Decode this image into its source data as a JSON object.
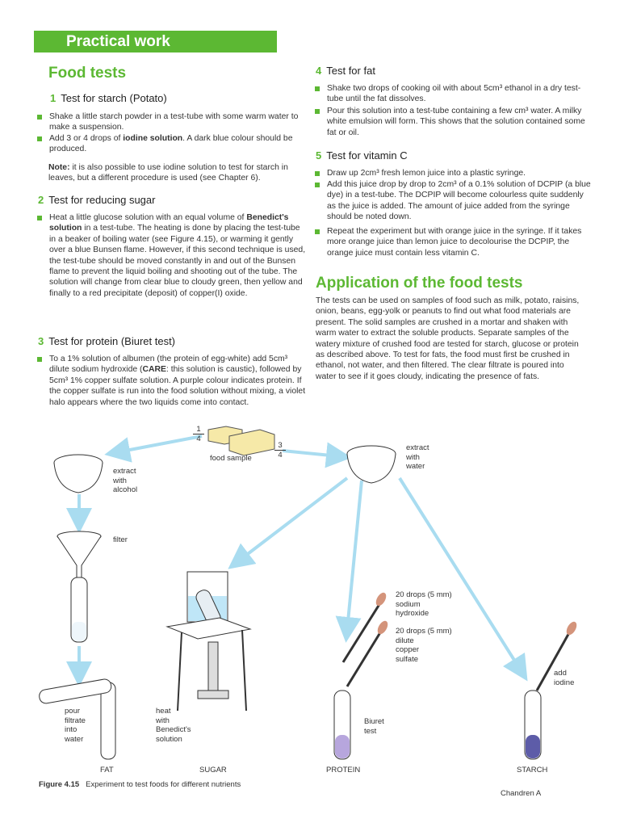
{
  "banner": "Practical work",
  "left": {
    "title": "Food tests",
    "s1": {
      "num": "1",
      "title": "Test for starch (Potato)",
      "b1": "Shake a little starch powder in a test-tube with some warm water to make a suspension.",
      "b2_pre": "Add 3 or 4 drops of ",
      "b2_bold": "iodine solution",
      "b2_post": ". A dark blue colour should be produced.",
      "note_label": "Note:",
      "note": " it is also possible to use iodine solution to test for starch in leaves, but a different procedure is used (see Chapter 6)."
    },
    "s2": {
      "num": "2",
      "title": "Test for reducing sugar",
      "b1_pre": "Heat a little glucose solution with an equal volume of ",
      "b1_bold": "Benedict's solution",
      "b1_post": " in a test-tube. The heating is done by placing the test-tube in a beaker of boiling water (see Figure 4.15), or warming it gently over a blue Bunsen flame. However, if this second technique is used, the test-tube should be moved constantly in and out of the Bunsen flame to prevent the liquid boiling and shooting out of the tube. The solution will change from clear blue to cloudy green, then yellow and finally to a red precipitate (deposit) of copper(I) oxide."
    },
    "s3": {
      "num": "3",
      "title": "Test for protein (Biuret test)",
      "b1_pre": "To a 1% solution of albumen (the protein of egg-white) add 5cm³ dilute sodium hydroxide (",
      "b1_bold": "CARE",
      "b1_post": ": this solution is caustic), followed by 5cm³ 1% copper sulfate solution. A purple colour indicates protein. If the copper sulfate is run into the food solution without mixing, a violet halo appears where the two liquids come into contact."
    }
  },
  "right": {
    "s4": {
      "num": "4",
      "title": "Test for fat",
      "b1": "Shake two drops of cooking oil with about 5cm³ ethanol in a dry test-tube until the fat dissolves.",
      "b2": "Pour this solution into a test-tube containing a few cm³ water. A milky white emulsion will form. This shows that the solution contained some fat or oil."
    },
    "s5": {
      "num": "5",
      "title": "Test for vitamin C",
      "b1": "Draw up 2cm³ fresh lemon juice into a plastic syringe.",
      "b2": "Add this juice drop by drop to 2cm³ of a 0.1% solution of DCPIP (a blue dye) in a test-tube. The DCPIP will become colourless quite suddenly as the juice is added. The amount of juice added from the syringe should be noted down.",
      "b3": "Repeat the experiment but with orange juice in the syringe. If it takes more orange juice than lemon juice to decolourise the DCPIP, the orange juice must contain less vitamin C."
    },
    "app_title": "Application of the food tests",
    "app_text": "The tests can be used on samples of food such as milk, potato, raisins, onion, beans, egg-yolk or peanuts to find out what food materials are present. The solid samples are crushed in a mortar and shaken with warm water to extract the soluble products. Separate samples of the watery mixture of crushed food are tested for starch, glucose or protein as described above. To test for fats, the food must first be crushed in ethanol, not water, and then filtered. The clear filtrate is poured into water to see if it goes cloudy, indicating the presence of fats."
  },
  "figure": {
    "frac_quarter_num": "1",
    "frac_quarter_den": "4",
    "frac_three_num": "3",
    "frac_three_den": "4",
    "food_sample": "food sample",
    "extract_alcohol": [
      "extract",
      "with",
      "alcohol"
    ],
    "extract_water": [
      "extract",
      "with",
      "water"
    ],
    "filter": "filter",
    "pour": [
      "pour",
      "filtrate",
      "into",
      "water"
    ],
    "heat": [
      "heat",
      "with",
      "Benedict's",
      "solution"
    ],
    "naoh": [
      "20 drops (5 mm)",
      "sodium",
      "hydroxide"
    ],
    "cuso4": [
      "20 drops (5 mm)",
      "dilute",
      "copper",
      "sulfate"
    ],
    "biuret": [
      "Biuret",
      "test"
    ],
    "iodine": [
      "add",
      "iodine"
    ],
    "fat": "FAT",
    "sugar": "SUGAR",
    "protein": "PROTEIN",
    "starch": "STARCH"
  },
  "caption": {
    "label": "Figure 4.15",
    "text": "Experiment to test foods for different nutrients"
  },
  "credit": "Chandren A",
  "colors": {
    "green": "#5cb833",
    "arrow": "#a9dcf0",
    "purple": "#b7a6dd",
    "starch": "#5d5ca8"
  }
}
